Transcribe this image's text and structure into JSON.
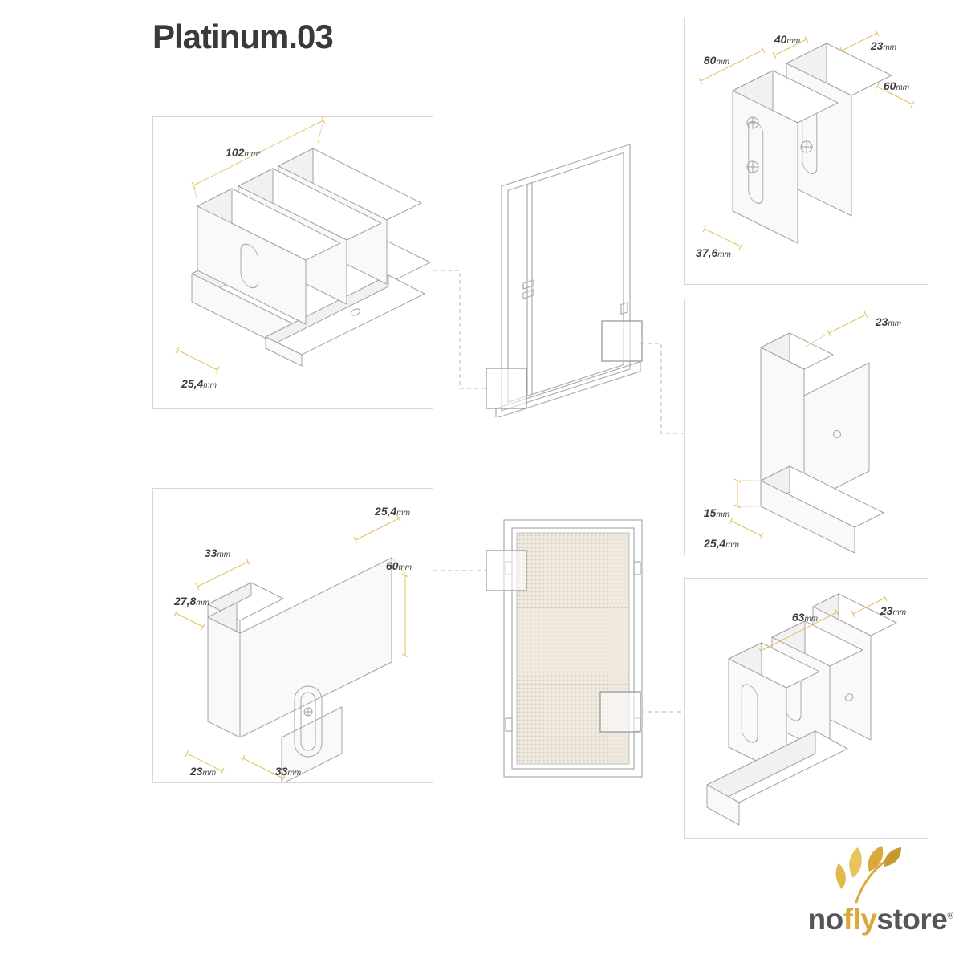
{
  "title": "Platinum.03",
  "panels": {
    "p1": {
      "name": "frame-head-profile",
      "dims": {
        "width": {
          "v": "102",
          "u": "mm*"
        },
        "depth": {
          "v": "25,4",
          "u": "mm"
        }
      }
    },
    "p2": {
      "name": "double-rail-profile",
      "dims": {
        "a": {
          "v": "80",
          "u": "mm"
        },
        "b": {
          "v": "40",
          "u": "mm"
        },
        "c": {
          "v": "23",
          "u": "mm"
        },
        "d": {
          "v": "60",
          "u": "mm"
        },
        "e": {
          "v": "37,6",
          "u": "mm"
        }
      }
    },
    "p3": {
      "name": "corner-profile",
      "dims": {
        "a": {
          "v": "23",
          "u": "mm"
        },
        "b": {
          "v": "15",
          "u": "mm"
        },
        "c": {
          "v": "25,4",
          "u": "mm"
        }
      }
    },
    "p4": {
      "name": "handle-profile",
      "dims": {
        "a": {
          "v": "33",
          "u": "mm"
        },
        "b": {
          "v": "25,4",
          "u": "mm"
        },
        "c": {
          "v": "27,8",
          "u": "mm"
        },
        "d": {
          "v": "60",
          "u": "mm"
        },
        "e": {
          "v": "23",
          "u": "mm"
        },
        "f": {
          "v": "33",
          "u": "mm"
        }
      }
    },
    "p5": {
      "name": "side-rail-profile",
      "dims": {
        "a": {
          "v": "63",
          "u": "mm"
        },
        "b": {
          "v": "23",
          "u": "mm"
        }
      }
    }
  },
  "logo": {
    "no": "no",
    "fly": "fly",
    "store": "store",
    "registered": "®"
  },
  "colors": {
    "dimension_line": "#e2c05e",
    "logo_gold": "#d9a93b",
    "logo_gray": "#55565a",
    "drawing_line": "#a3a3a3"
  }
}
